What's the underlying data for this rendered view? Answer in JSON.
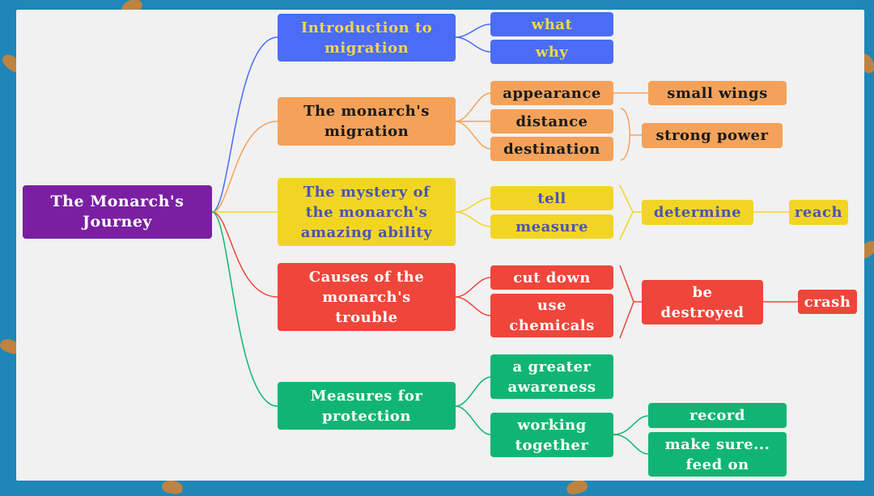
{
  "root": "The Monarch's\nJourney",
  "colors": {
    "purple": "#7a1fa2",
    "blue": "#4a6cf7",
    "orange": "#f4a25a",
    "yellow": "#f2d524",
    "red": "#f0453a",
    "green": "#11b573"
  },
  "branches": {
    "intro": {
      "label": "Introduction to\nmigration",
      "children": [
        "what",
        "why"
      ]
    },
    "monarch_migration": {
      "label": "The monarch's\nmigration",
      "children": [
        "appearance",
        "distance",
        "destination"
      ],
      "details": [
        "small wings",
        "strong power"
      ]
    },
    "mystery": {
      "label": "The mystery of\nthe monarch's\namazing ability",
      "children": [
        "tell",
        "measure"
      ],
      "details": [
        "determine",
        "reach"
      ]
    },
    "causes": {
      "label": "Causes of the\nmonarch's\ntrouble",
      "children": [
        "cut down",
        "use\nchemicals"
      ],
      "details": [
        "be\ndestroyed",
        "crash"
      ]
    },
    "measures": {
      "label": "Measures for\nprotection",
      "children": [
        "a greater\nawareness",
        "working\ntogether"
      ],
      "details": [
        "record",
        "make sure...\nfeed on"
      ]
    }
  }
}
